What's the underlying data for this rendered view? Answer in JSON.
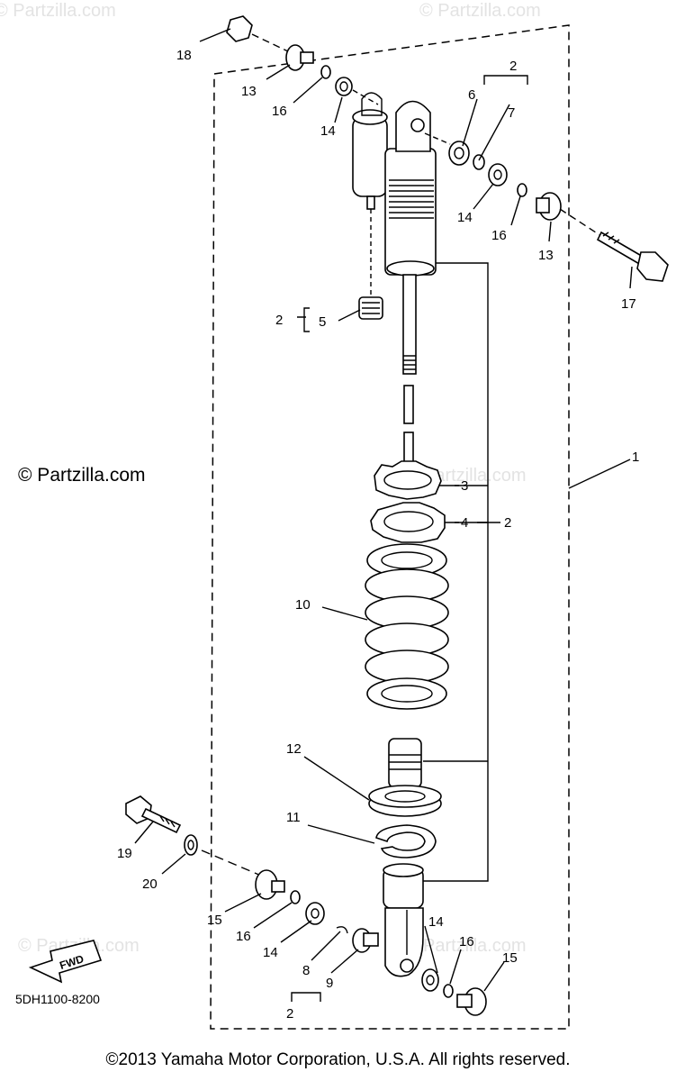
{
  "watermarks": {
    "top_left": "© Partzilla.com",
    "top_right": "© Partzilla.com",
    "middle": "© Partzilla.com",
    "middle_right": "Partzilla.com",
    "bottom_left": "© Partzilla.com",
    "bottom_right": "Partzilla.com"
  },
  "site_credit": "© Partzilla.com",
  "callouts": {
    "c1": "1",
    "c2_top": "2",
    "c2_left": "2",
    "c2_mid": "2",
    "c2_bottom": "2",
    "c3": "3",
    "c4": "4",
    "c5": "5",
    "c6": "6",
    "c7": "7",
    "c8": "8",
    "c9": "9",
    "c10": "10",
    "c11": "11",
    "c12": "12",
    "c13_top": "13",
    "c13_right": "13",
    "c14_top": "14",
    "c14_right": "14",
    "c14_bottom": "14",
    "c14_bottom_right": "14",
    "c15_left": "15",
    "c15_right": "15",
    "c16_top": "16",
    "c16_right": "16",
    "c16_bottom": "16",
    "c16_bottom_right": "16",
    "c17": "17",
    "c18": "18",
    "c19": "19",
    "c20": "20"
  },
  "fwd_label": "FWD",
  "part_number": "5DH1100-8200",
  "copyright": "©2013 Yamaha Motor Corporation, U.S.A. All rights reserved."
}
